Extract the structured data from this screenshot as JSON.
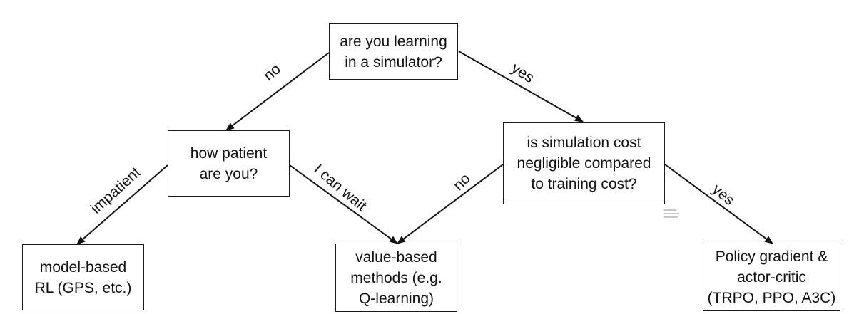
{
  "nodes": {
    "root": {
      "lines": [
        "are you learning",
        "in a simulator?"
      ]
    },
    "patient": {
      "lines": [
        "how patient",
        "are you?"
      ]
    },
    "simcost": {
      "lines": [
        "is simulation cost",
        "negligible compared",
        "to training cost?"
      ]
    },
    "model_based": {
      "lines": [
        "model-based",
        "RL (GPS, etc.)"
      ]
    },
    "value_based": {
      "lines": [
        "value-based",
        "methods (e.g.",
        "Q-learning)"
      ]
    },
    "policy_gradient": {
      "lines": [
        "Policy gradient &",
        "actor-critic",
        "(TRPO, PPO, A3C)"
      ]
    }
  },
  "edges": {
    "root_no": "no",
    "root_yes": "yes",
    "patient_impatient": "impatient",
    "patient_wait": "I can wait",
    "simcost_no": "no",
    "simcost_yes": "yes"
  },
  "colors": {
    "line": "#111111",
    "box_border": "#1a1a1a",
    "text": "#111111"
  }
}
